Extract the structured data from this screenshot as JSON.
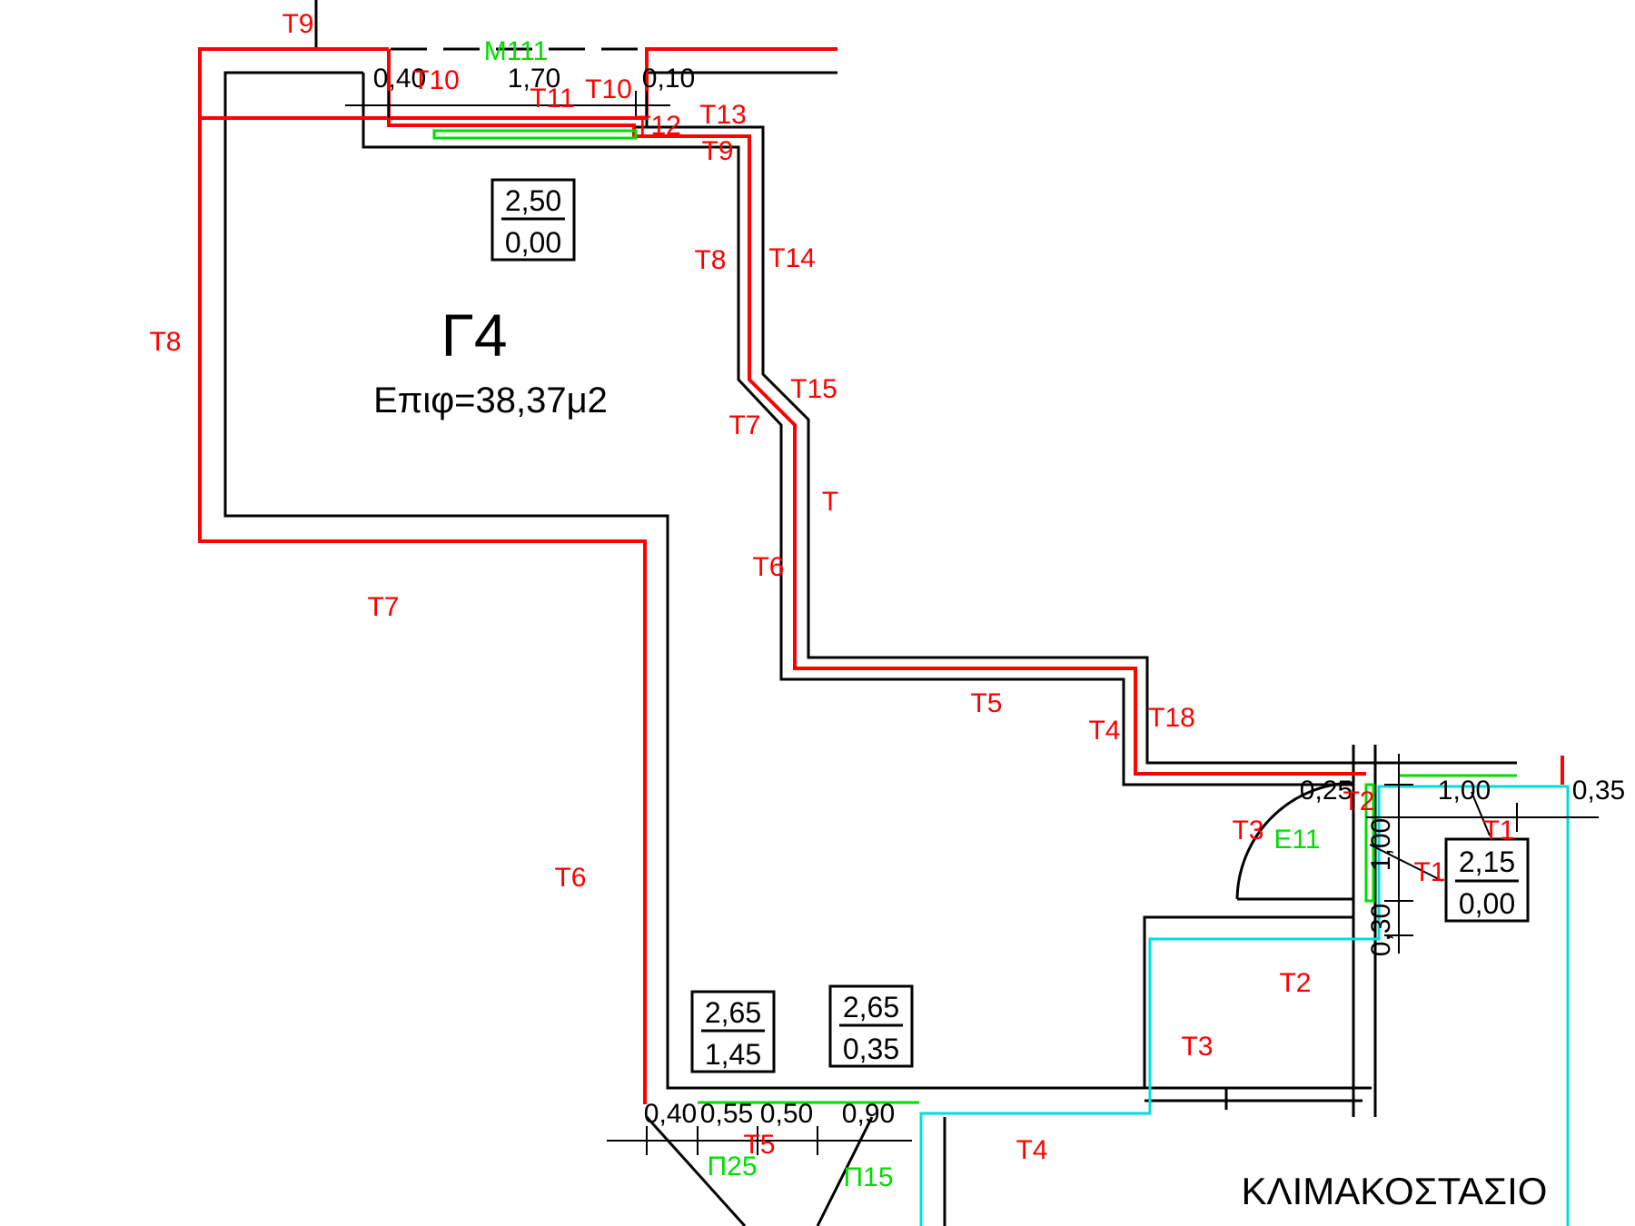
{
  "room": {
    "name": "Γ4",
    "area": "Επιφ=38,37μ2"
  },
  "stair_label": "ΚΛΙΜΑΚΟΣΤΑΣΙΟ",
  "level_boxes": [
    {
      "top": "2,50",
      "bottom": "0,00"
    },
    {
      "top": "2,65",
      "bottom": "1,45"
    },
    {
      "top": "2,65",
      "bottom": "0,35"
    },
    {
      "top": "2,15",
      "bottom": "0,00"
    }
  ],
  "dimensions": {
    "top": [
      "0,40",
      "1,70",
      "0,10"
    ],
    "bottom": [
      "0,40",
      "0,55",
      "0,50",
      "0,90"
    ],
    "right": [
      "0,25",
      "1,00",
      "0,35",
      "1,00",
      "0,30"
    ]
  },
  "red_labels": [
    "T9",
    "T10",
    "T11",
    "T10",
    "T12",
    "T13",
    "T9",
    "T8",
    "T14",
    "T8",
    "T15",
    "T7",
    "T",
    "T6",
    "T7",
    "T5",
    "T4",
    "T18",
    "T3",
    "T2",
    "T1",
    "T1",
    "T6",
    "T2",
    "T3",
    "T5",
    "T4"
  ],
  "green_labels": [
    "M111",
    "E11",
    "Π25",
    "Π15"
  ],
  "colors": {
    "wall": "#000000",
    "boundary": "#ff0000",
    "opening": "#00dd00",
    "stair": "#00dddd"
  }
}
